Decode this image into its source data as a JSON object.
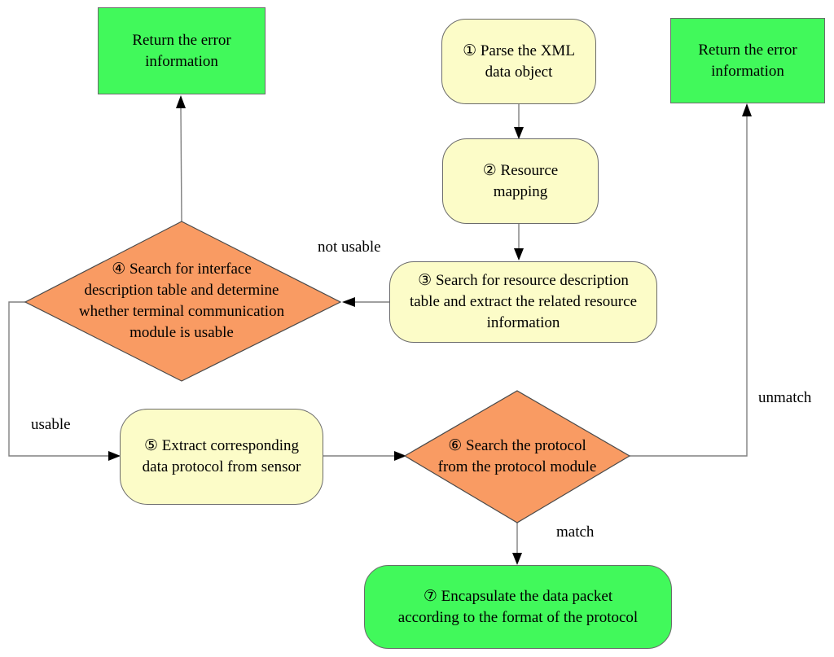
{
  "diagram": {
    "type": "flowchart",
    "background": "#ffffff"
  },
  "colors": {
    "green": "#41f95b",
    "yellow": "#fcfcc8",
    "orange": "#f99b63",
    "line": "#808080",
    "arrow": "#000000",
    "node-border": "#6b6b6b",
    "shape-border": "#4a4a4a",
    "text": "#000000"
  },
  "nodes": {
    "error_left": {
      "shape": "rectangle",
      "lines": [
        "Return the error",
        "information"
      ]
    },
    "step1": {
      "shape": "rounded-rectangle",
      "lines": [
        "① Parse the XML",
        "data object"
      ]
    },
    "step2": {
      "shape": "rounded-rectangle",
      "lines": [
        "② Resource",
        "mapping"
      ]
    },
    "step3": {
      "shape": "rounded-rectangle",
      "lines": [
        "③ Search for resource description",
        "table and extract the related resource",
        "information"
      ]
    },
    "step4": {
      "shape": "diamond",
      "lines": [
        "④ Search for interface",
        "description table and determine",
        "whether terminal communication",
        "module is usable"
      ]
    },
    "step5": {
      "shape": "rounded-rectangle",
      "lines": [
        "⑤ Extract corresponding",
        "data protocol from sensor"
      ]
    },
    "step6": {
      "shape": "diamond",
      "lines": [
        "⑥ Search the protocol",
        "from the protocol module"
      ]
    },
    "step7": {
      "shape": "rounded-rectangle",
      "lines": [
        "⑦ Encapsulate the data packet",
        "according to the format of the protocol"
      ]
    },
    "error_right": {
      "shape": "rectangle",
      "lines": [
        "Return the error",
        "information"
      ]
    }
  },
  "edge_labels": {
    "not_usable": "not usable",
    "usable": "usable",
    "unmatch": "unmatch",
    "match": "match"
  }
}
